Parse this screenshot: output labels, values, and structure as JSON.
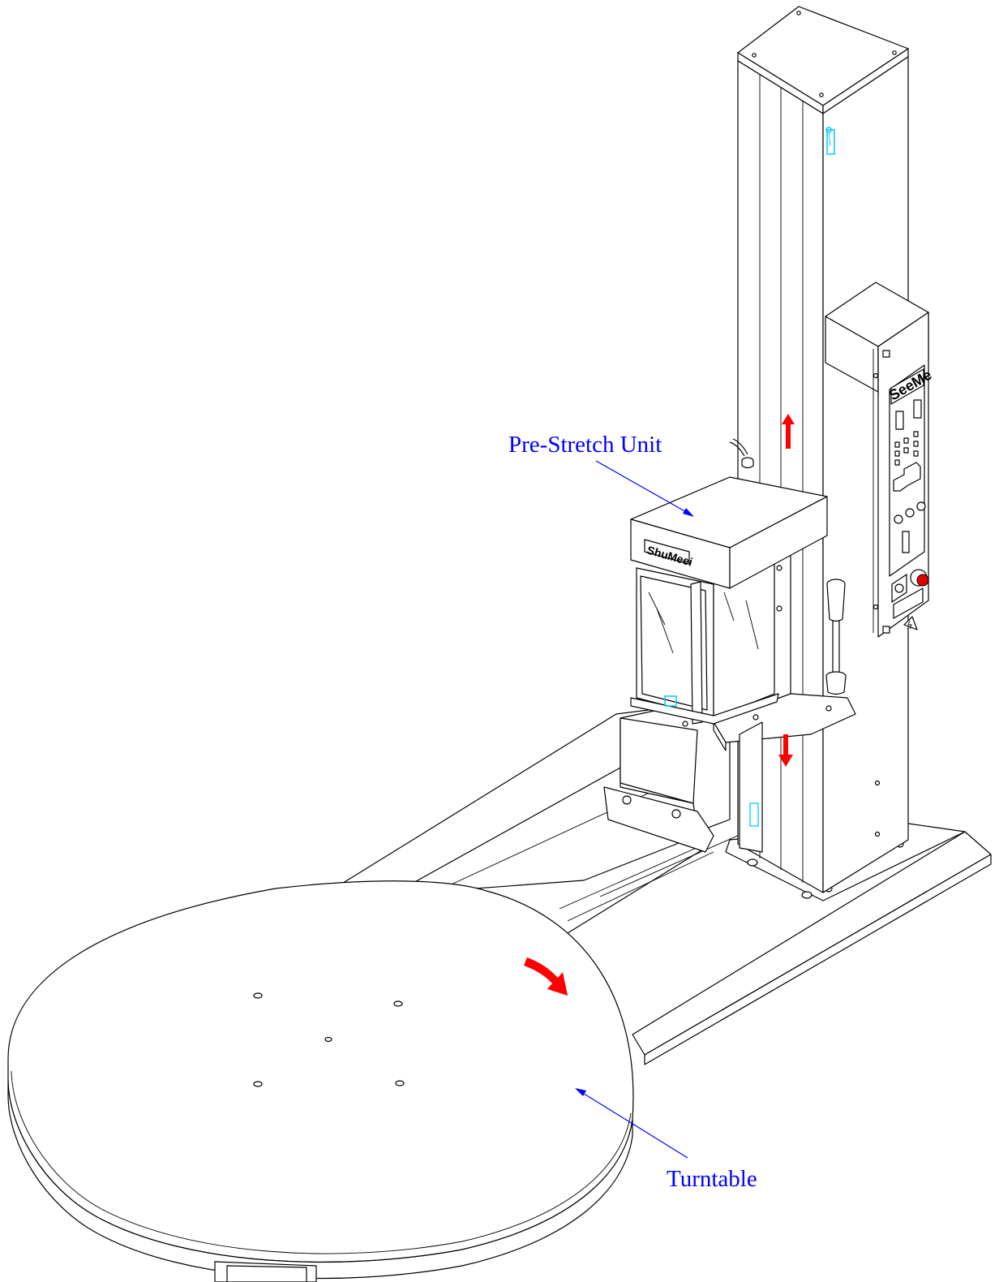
{
  "labels": {
    "pre_stretch": "Pre-Stretch Unit",
    "turntable": "Turntable"
  },
  "logos": {
    "carriage_brand": "ShuMeei",
    "panel_brand": "SeeMe"
  },
  "colors": {
    "callout": "#0000ff",
    "motion_arrow": "#ff0000",
    "sensor": "#00c8ff",
    "estop": "#e00000",
    "line": "#000000"
  },
  "icons": {
    "mast_up": "arrow-up-icon",
    "carriage_down": "arrow-down-icon",
    "rotation": "curved-arrow-icon",
    "hazard": "electrical-hazard-icon"
  }
}
